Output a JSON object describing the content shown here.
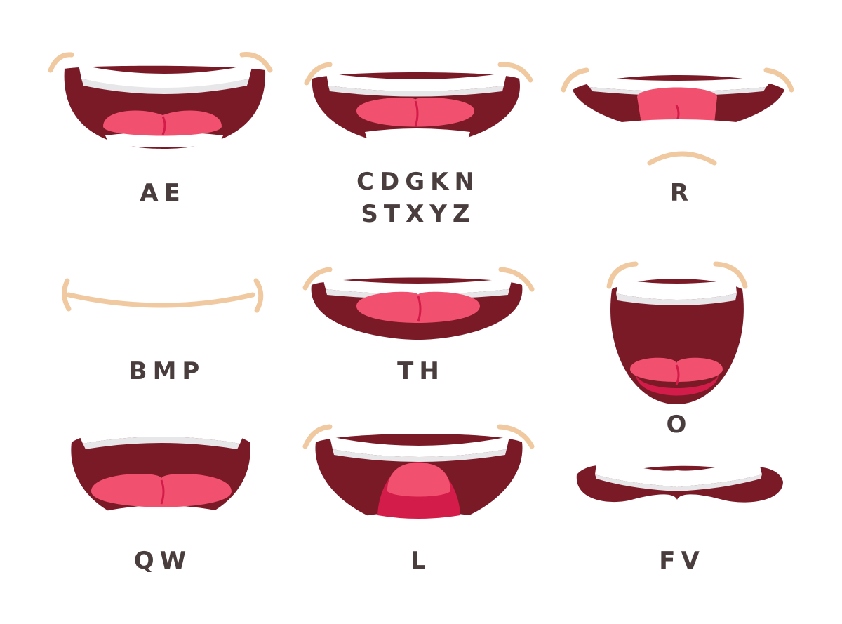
{
  "colors": {
    "mouth": "#7a1a27",
    "teeth": "#ffffff",
    "teeth_shadow": "#e7e7e9",
    "tongue": "#f2506f",
    "tongue_dark": "#d31c49",
    "skin_line": "#f0c9a0",
    "label": "#4a3d3d",
    "background": "#ffffff"
  },
  "visemes": [
    {
      "id": "ae",
      "label": "AE"
    },
    {
      "id": "cdgkn",
      "label_line1": "CDGKN",
      "label_line2": "STXYZ"
    },
    {
      "id": "r",
      "label": "R"
    },
    {
      "id": "bmp",
      "label": "BMP"
    },
    {
      "id": "th",
      "label": "TH"
    },
    {
      "id": "o",
      "label": "O"
    },
    {
      "id": "qw",
      "label": "QW"
    },
    {
      "id": "l",
      "label": "L"
    },
    {
      "id": "fv",
      "label": "FV"
    }
  ]
}
